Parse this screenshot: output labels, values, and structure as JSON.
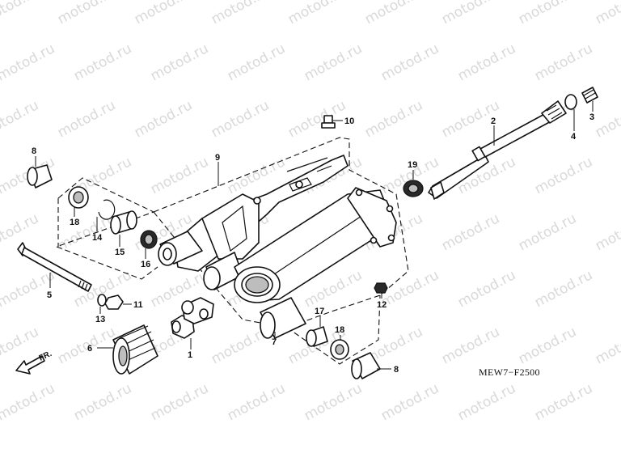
{
  "watermark": "motod.ru",
  "diagram_code": "MEW7−F2500",
  "front_indicator": "FR.",
  "callouts": {
    "c1": "1",
    "c2": "2",
    "c3": "3",
    "c4": "4",
    "c5": "5",
    "c6": "6",
    "c7": "7",
    "c8a": "8",
    "c8b": "8",
    "c9": "9",
    "c10": "10",
    "c11": "11",
    "c12": "12",
    "c13": "13",
    "c14": "14",
    "c15": "15",
    "c16": "16",
    "c17": "17",
    "c18a": "18",
    "c18b": "18",
    "c19": "19"
  }
}
